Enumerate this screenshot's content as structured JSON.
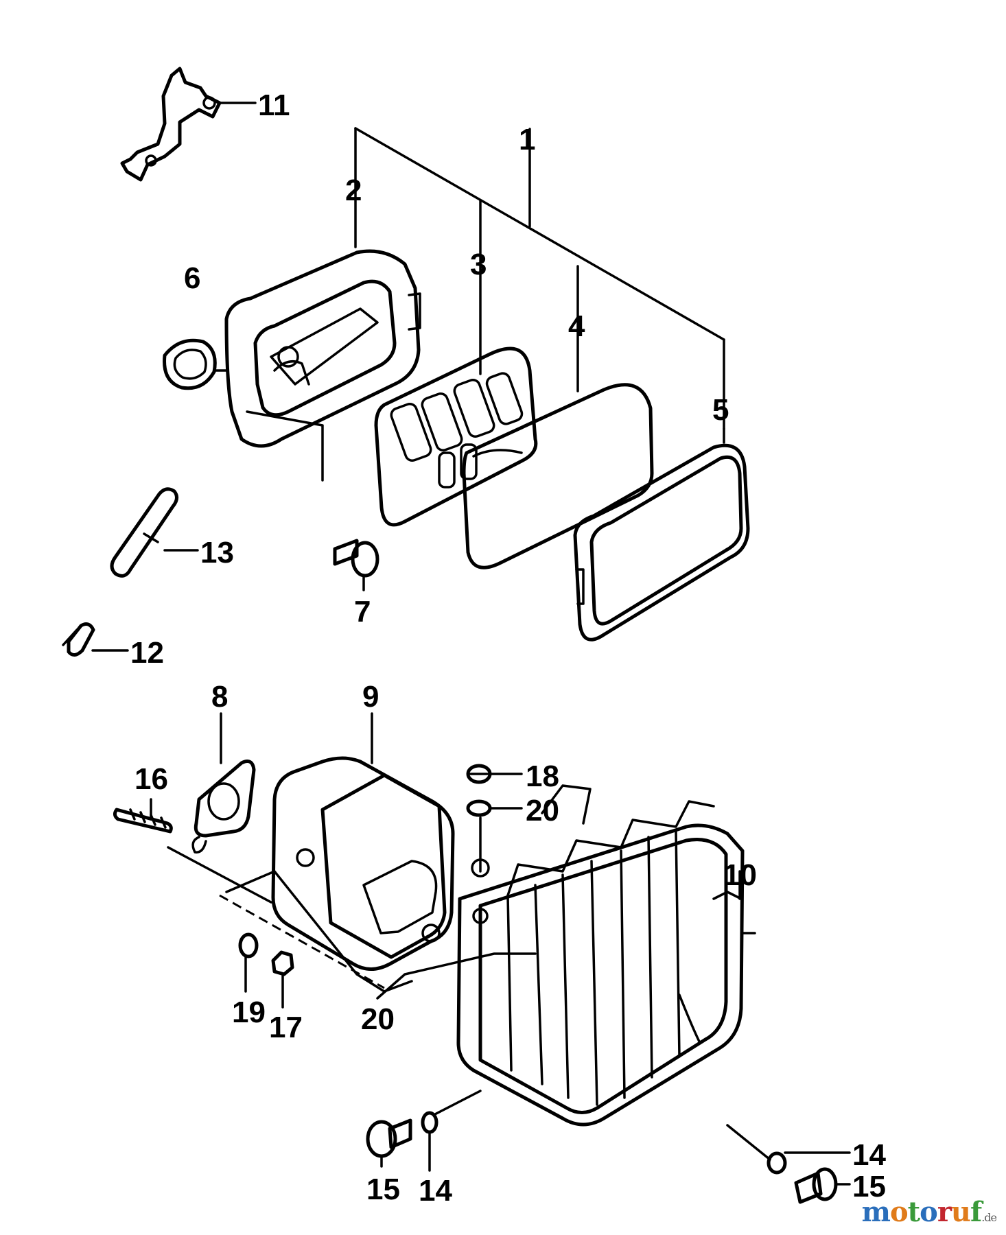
{
  "callouts": [
    "1",
    "2",
    "3",
    "4",
    "5",
    "6",
    "7",
    "8",
    "9",
    "10",
    "11",
    "12",
    "13",
    "14",
    "14",
    "15",
    "15",
    "16",
    "17",
    "18",
    "19",
    "20",
    "20"
  ],
  "watermark": {
    "letters": [
      "m",
      "o",
      "t",
      "o",
      "r",
      "u",
      "f"
    ],
    "colors": [
      "#2a6ebb",
      "#e07b1a",
      "#3a9a3a",
      "#2a6ebb",
      "#c2262e",
      "#e07b1a",
      "#3a9a3a"
    ],
    "suffix": ".de"
  }
}
